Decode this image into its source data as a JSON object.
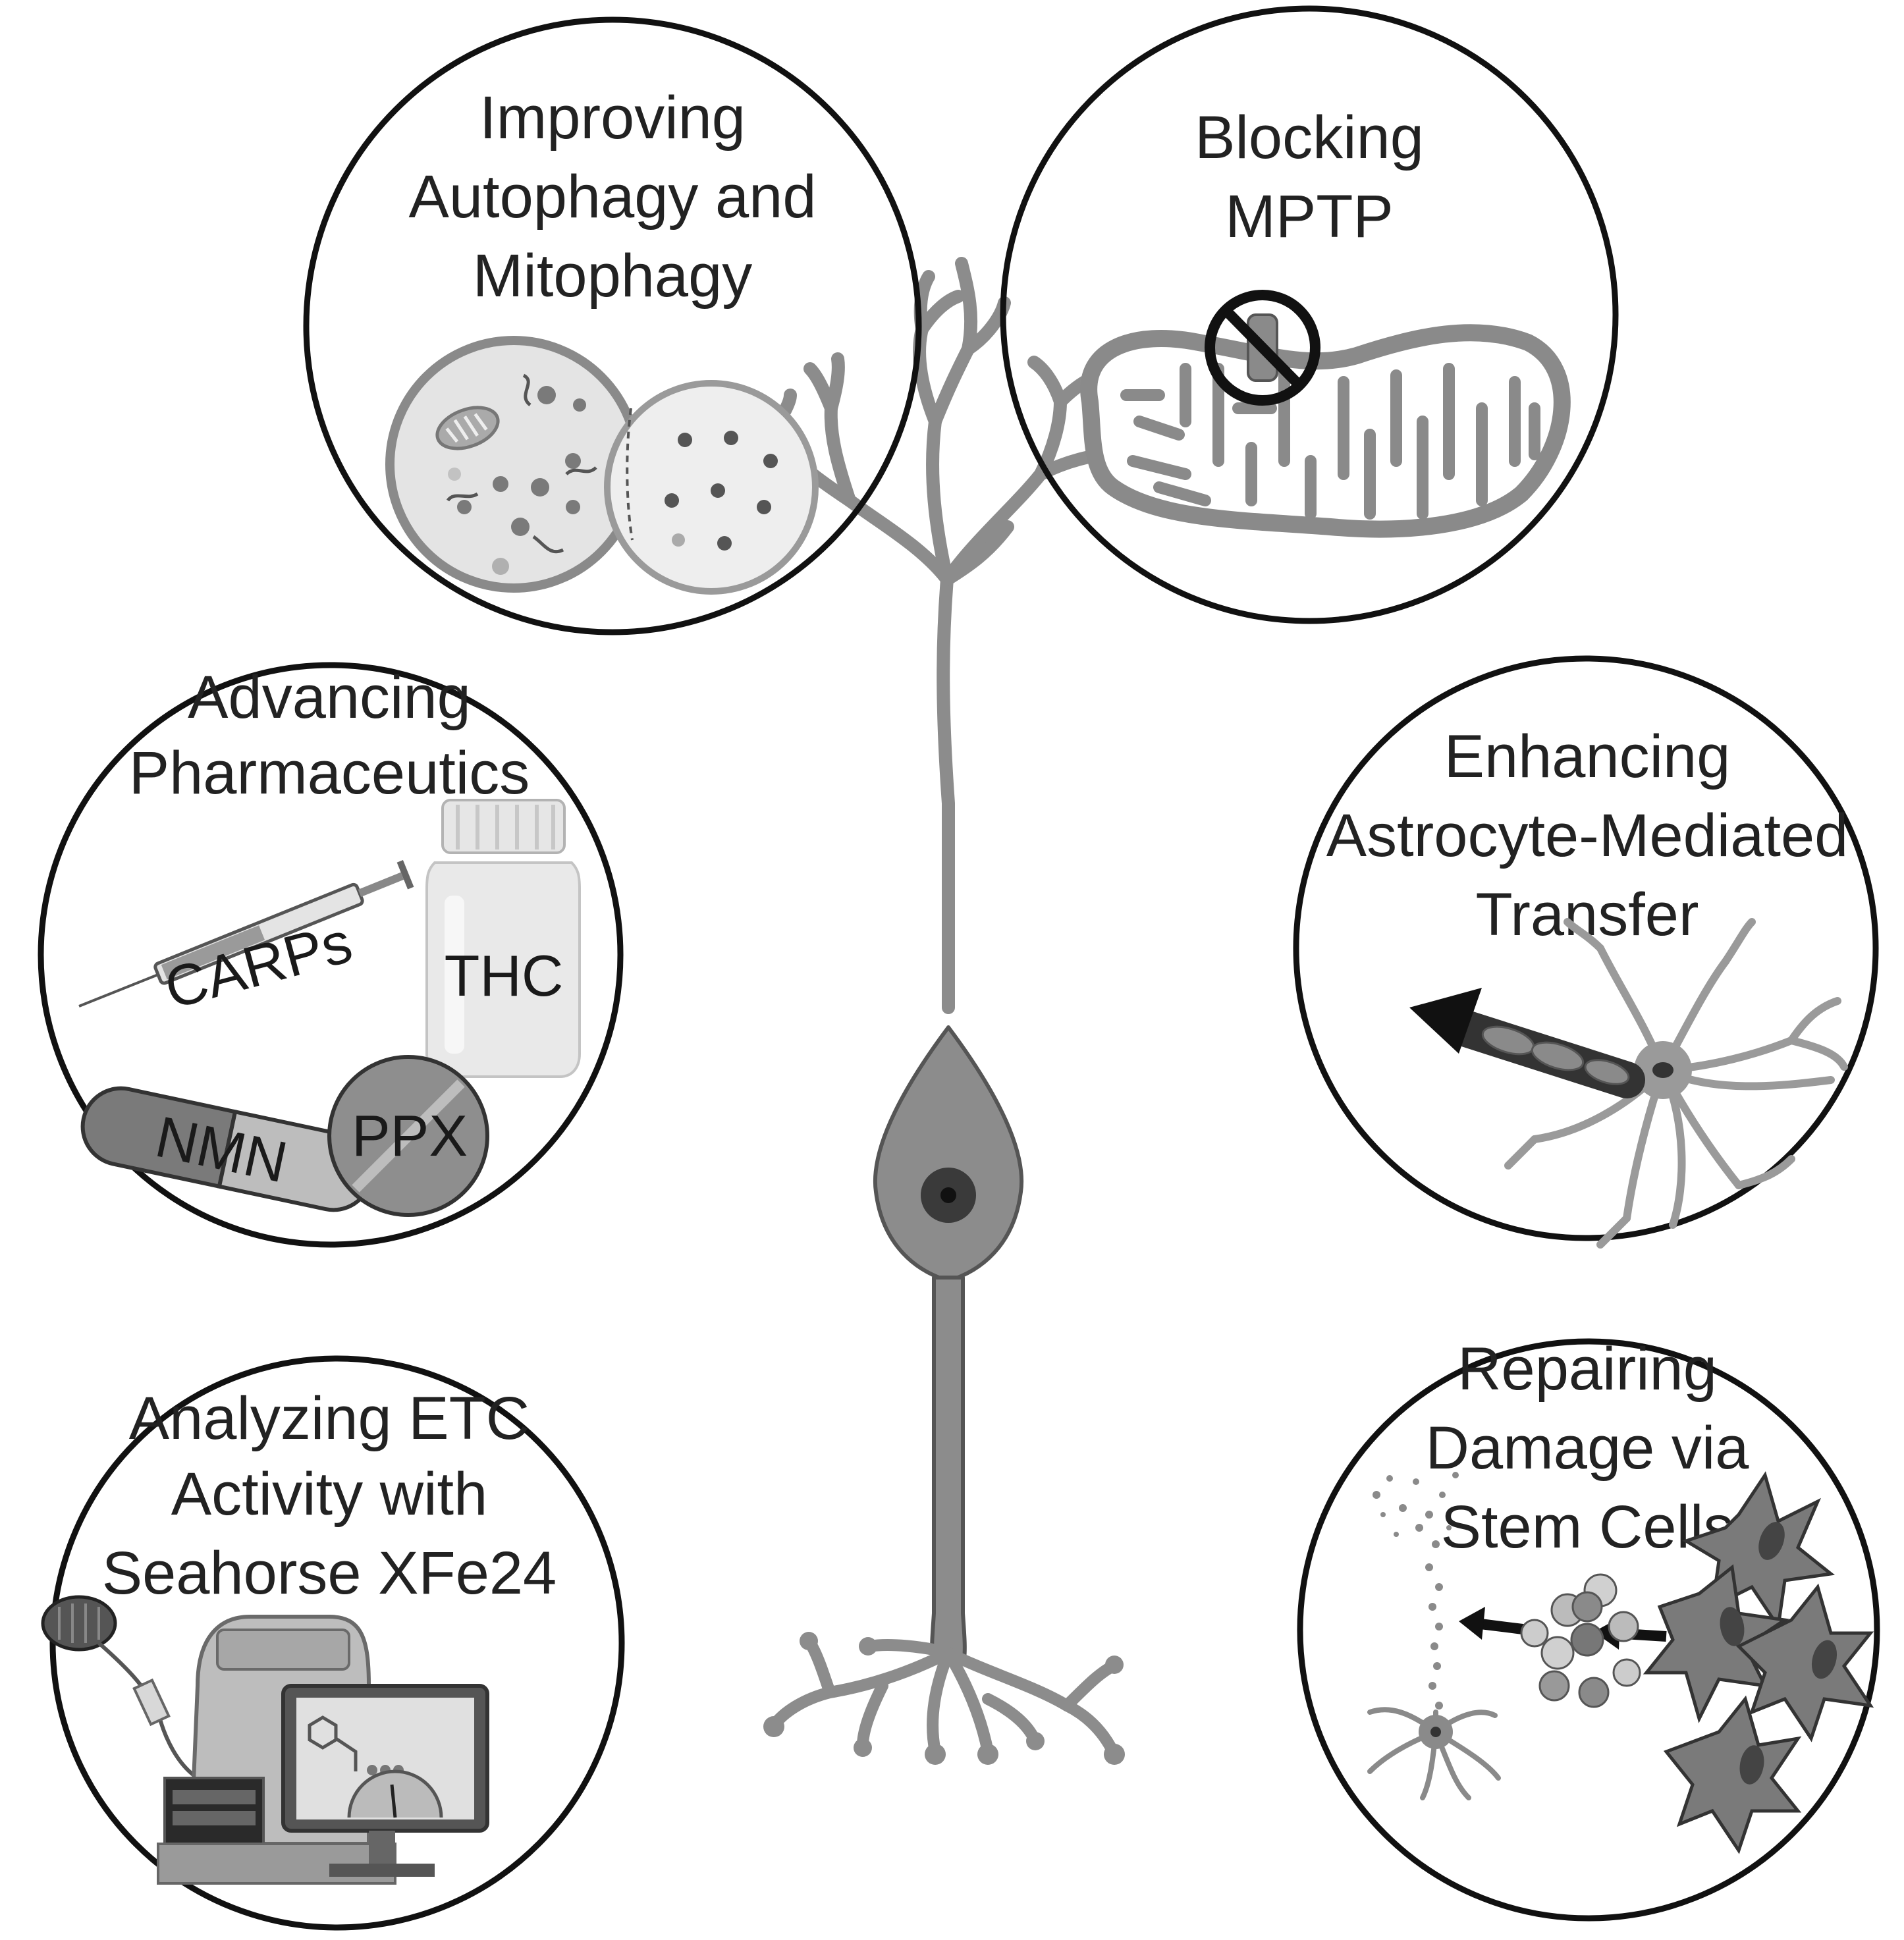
{
  "colors": {
    "outline": "#111111",
    "gray_light": "#d4d4d4",
    "gray_mid": "#9a9a9a",
    "gray_dark": "#555555",
    "neuron": "#8c8c8c",
    "nucleus": "#3a3a3a"
  },
  "center": {
    "icon": "neuron-icon"
  },
  "panels": {
    "autophagy": {
      "title_lines": [
        "Improving",
        "Autophagy and",
        "Mitophagy"
      ],
      "icon": "autophagosome-lysosome-icon"
    },
    "mptp": {
      "title_lines": [
        "Blocking",
        "MPTP"
      ],
      "icon": "mitochondrion-blocked-pore-icon"
    },
    "pharma": {
      "title_lines": [
        "Advancing",
        "Pharmaceutics"
      ],
      "syringe_label": "CARPs",
      "bottle_label": "THC",
      "capsule_label": "NMN",
      "tablet_label": "PPX"
    },
    "astrocyte": {
      "title_lines": [
        "Enhancing",
        "Astrocyte-Mediated",
        "Transfer"
      ],
      "icon": "astrocyte-mitochondria-transfer-icon"
    },
    "seahorse": {
      "title_lines": [
        "Analyzing ETC",
        "Activity with",
        "Seahorse XFe24"
      ],
      "icon": "seahorse-analyzer-icon"
    },
    "stemcells": {
      "title_lines": [
        "Repairing",
        "Damage via",
        "Stem Cells"
      ],
      "icon": "stem-cells-repair-icon"
    }
  }
}
